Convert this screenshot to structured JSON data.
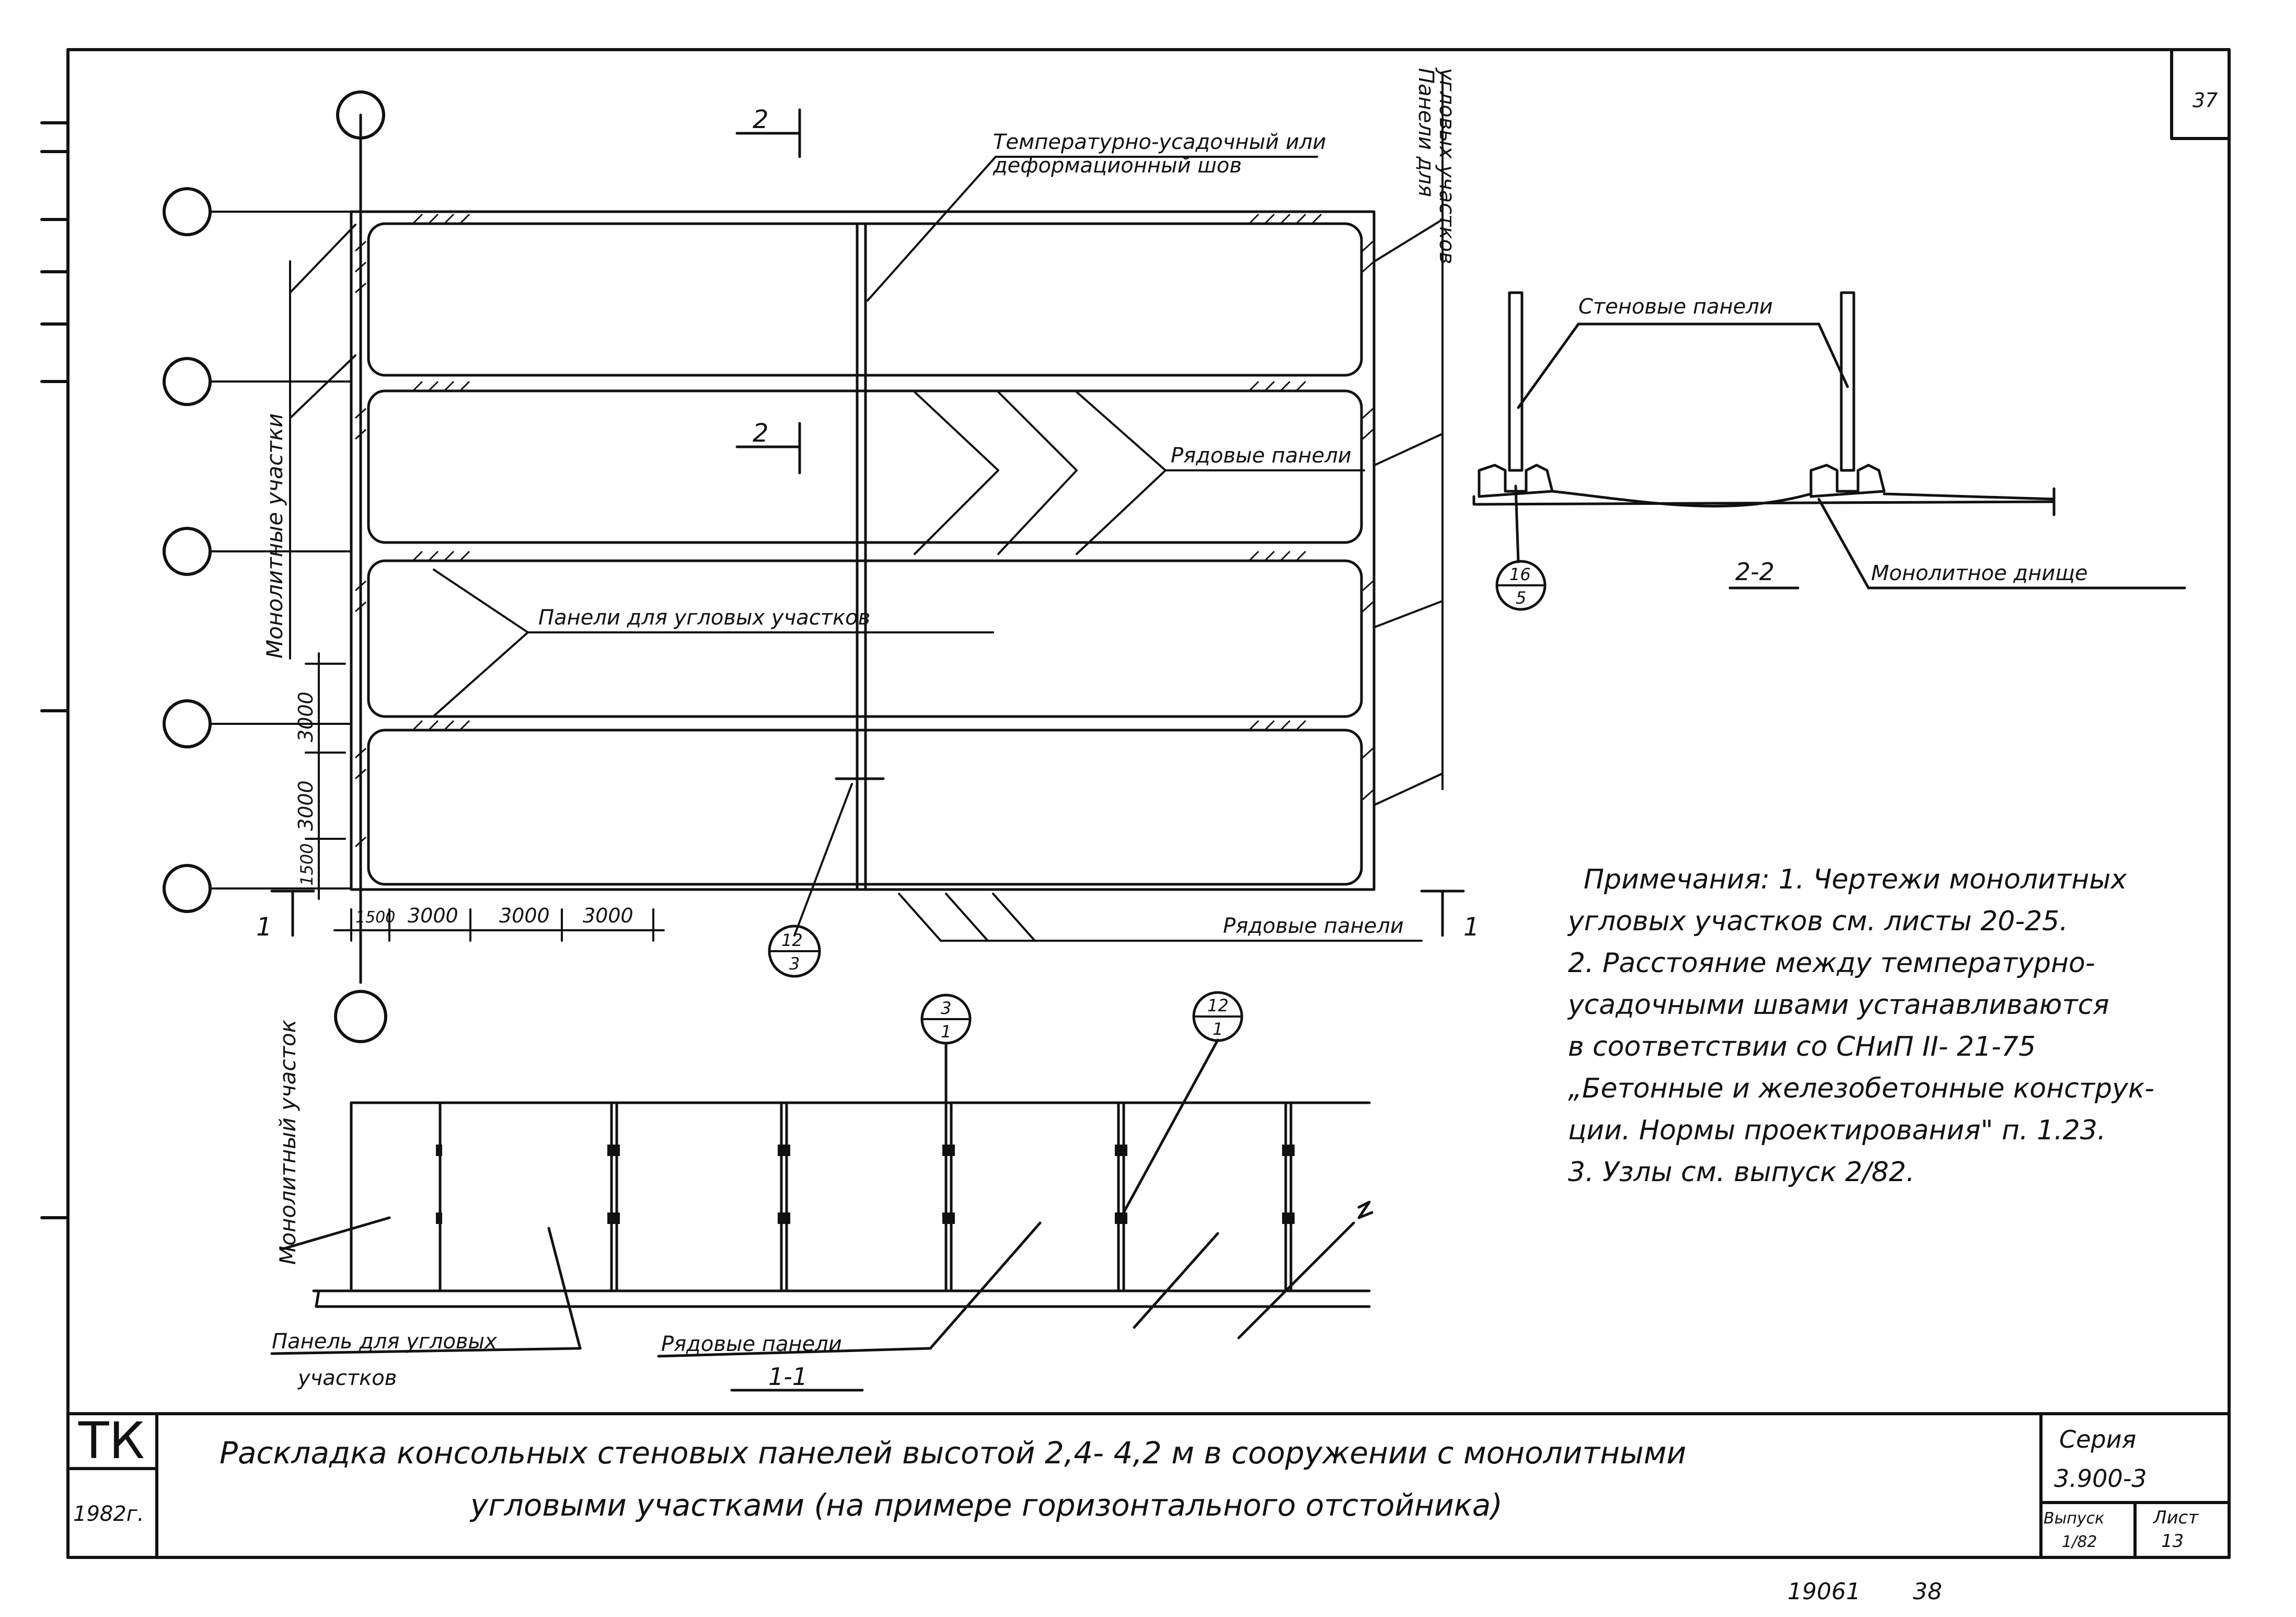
{
  "plan": {
    "axis_bubbles": [
      "",
      "",
      "",
      "",
      "",
      ""
    ],
    "section_mark_2": "2",
    "section_mark_1": "1",
    "dims_x": [
      "1500",
      "3000",
      "3000",
      "3000"
    ],
    "dims_y": [
      "1500",
      "3000",
      "3000"
    ],
    "label_joint_1": "Температурно-усадочный или",
    "label_joint_2": "деформационный шов",
    "label_corner_panels_right_1": "Панели для",
    "label_corner_panels_right_2": "угловых участков",
    "label_monolithic_sections": "Монолитные участки",
    "label_row_panels": "Рядовые панели",
    "label_corner_panels_mid": "Панели для угловых      участков",
    "label_row_panels_bottom": "Рядовые панели",
    "callout_12_3": {
      "top": "12",
      "bottom": "3"
    }
  },
  "section_2_2": {
    "label_wall_panels": "Стеновые панели",
    "label_monolithic_bottom": "Монолитное днище",
    "caption": "2-2",
    "callout": {
      "top": "16",
      "bottom": "5"
    }
  },
  "section_1_1": {
    "label_monolithic_section": "Монолитный участок",
    "callout_3_1": {
      "top": "3",
      "bottom": "1"
    },
    "callout_12_1": {
      "top": "12",
      "bottom": "1"
    },
    "label_corner_panel_1": "Панель для угловых",
    "label_corner_panel_2": "участков",
    "label_row_panels": "Рядовые панели",
    "caption": "1-1"
  },
  "notes": [
    "Примечания: 1. Чертежи монолитных",
    "угловых участков см. листы 20-25.",
    "2. Расстояние между температурно-",
    "усадочными швами устанавливаются",
    "в соответствии со СНиП II- 21-75",
    "„Бетонные и железобетонные конструк-",
    "ции. Нормы проектирования\" п. 1.23.",
    "3. Узлы см. выпуск 2/82."
  ],
  "sheet_number": "37",
  "title_block": {
    "org": "ТК",
    "year": "1982г.",
    "title_line1": "Раскладка консольных стеновых панелей высотой 2,4- 4,2 м в сооружении с монолитными",
    "title_line2": "угловыми участками (на примере горизонтального отстойника)",
    "series_label": "Серия",
    "series_value": "3.900-3",
    "issue_label": "Выпуск",
    "issue_value": "1/82",
    "sheet_label": "Лист",
    "sheet_value": "13"
  },
  "footer": {
    "code": "19061",
    "page": "38"
  }
}
